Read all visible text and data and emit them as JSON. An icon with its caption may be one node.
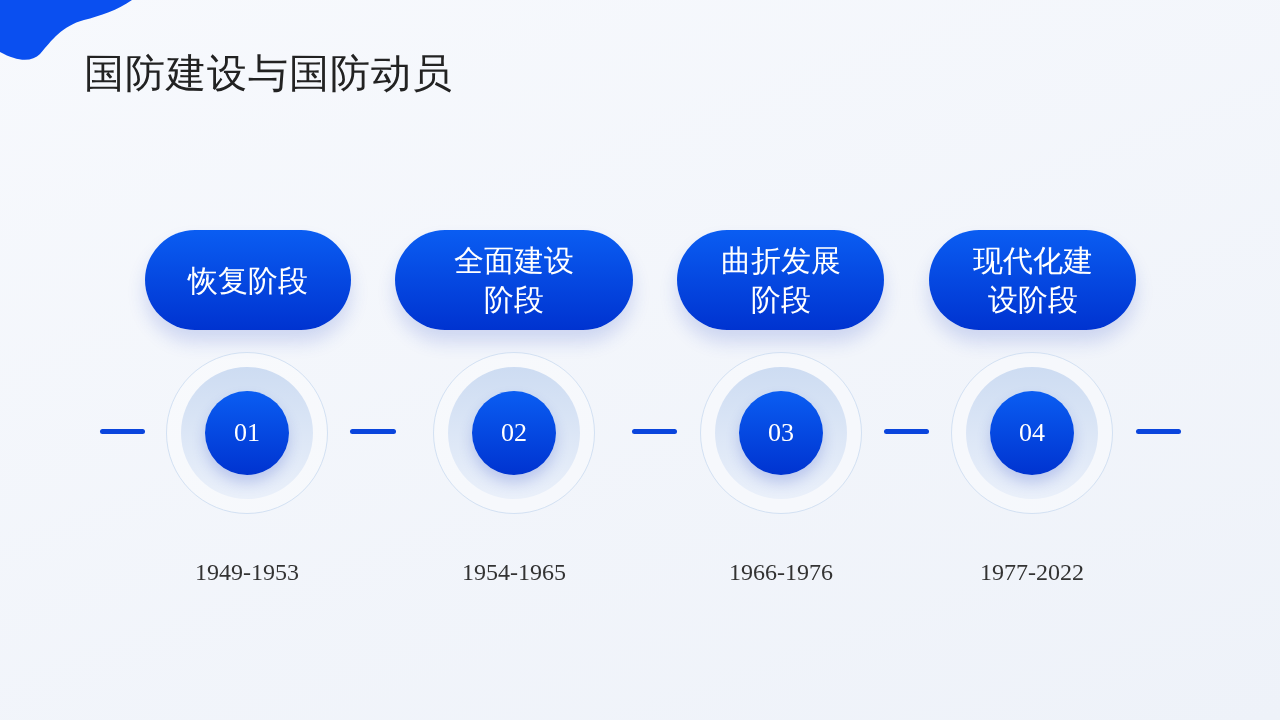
{
  "diagram": {
    "title": "国防建设与国防动员",
    "nodes": [
      {
        "text": [
          "恢复阶段"
        ]
      },
      {
        "text": [
          "全面建设阶段"
        ]
      },
      {
        "text": [
          "曲折发展阶段"
        ]
      },
      {
        "text": [
          "现代化建设阶段"
        ]
      },
      {
        "text": [
          "01"
        ],
        "beside": [
          "1949-1953"
        ]
      },
      {
        "text": [
          "02"
        ],
        "beside": [
          "1954-1965"
        ]
      },
      {
        "text": [
          "03"
        ],
        "beside": [
          "1966-1976"
        ]
      },
      {
        "text": [
          "04"
        ],
        "beside": [
          "1977-2022"
        ]
      }
    ]
  }
}
